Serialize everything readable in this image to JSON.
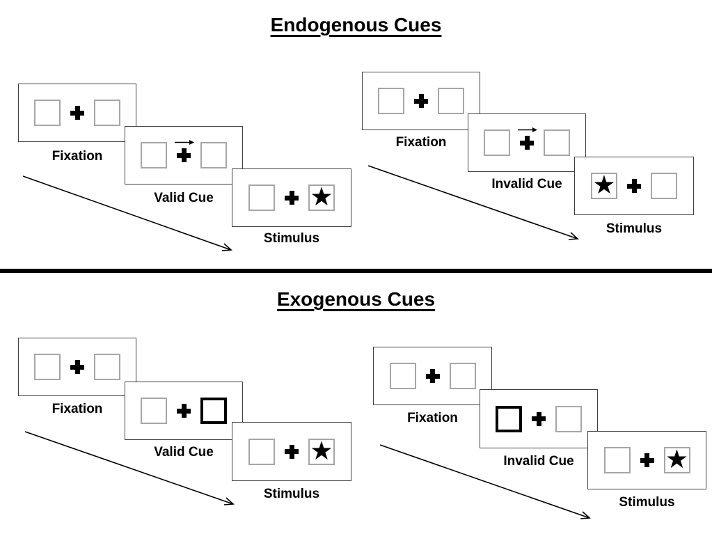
{
  "titles": {
    "endogenous": "Endogenous Cues",
    "exogenous": "Exogenous Cues"
  },
  "sequences": {
    "endogenous_valid": {
      "fixation": "Fixation",
      "cue": "Valid Cue",
      "stimulus": "Stimulus",
      "cue_style": "central-arrow-pointing-right-above-fixation-cross",
      "star_position": "right"
    },
    "endogenous_invalid": {
      "fixation": "Fixation",
      "cue": "Invalid Cue",
      "stimulus": "Stimulus",
      "cue_style": "central-arrow-pointing-right-above-fixation-cross",
      "star_position": "left"
    },
    "exogenous_valid": {
      "fixation": "Fixation",
      "cue": "Valid Cue",
      "stimulus": "Stimulus",
      "cue_style": "bold-outline-on-right-box",
      "star_position": "right"
    },
    "exogenous_invalid": {
      "fixation": "Fixation",
      "cue": "Invalid Cue",
      "stimulus": "Stimulus",
      "cue_style": "bold-outline-on-left-box",
      "star_position": "right"
    }
  },
  "icons": {
    "star": "★"
  },
  "colors": {
    "ink": "#000000",
    "box_outline_gray": "#a6a6a6",
    "panel_outline": "#3f3f3f"
  }
}
